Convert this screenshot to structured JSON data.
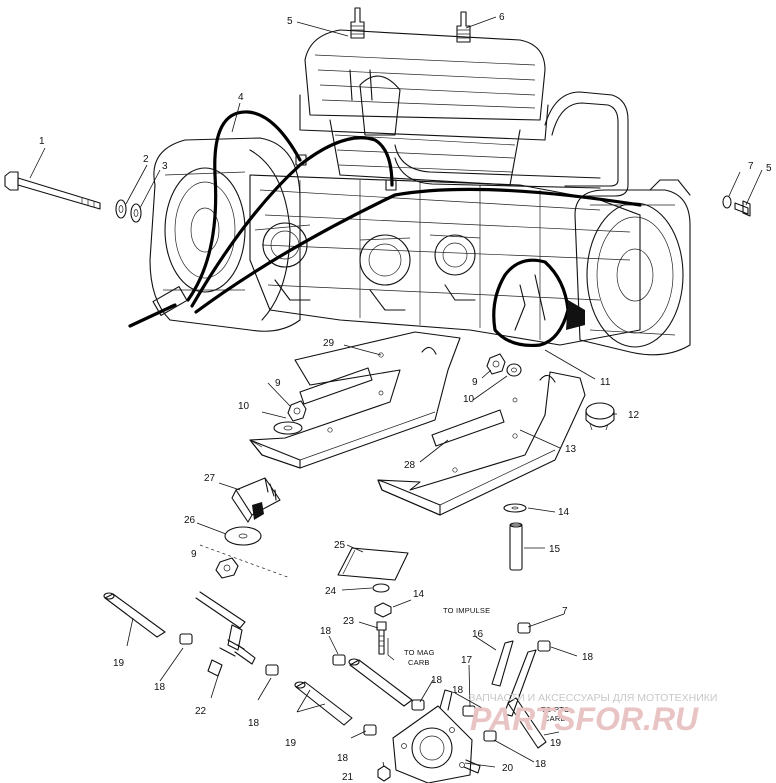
{
  "callouts": {
    "c1": "1",
    "c2": "2",
    "c3": "3",
    "c4": "4",
    "c5a": "5",
    "c5b": "5",
    "c6": "6",
    "c7a": "7",
    "c7b": "7",
    "c9a": "9",
    "c9b": "9",
    "c9c": "9",
    "c10a": "10",
    "c10b": "10",
    "c11": "11",
    "c12": "12",
    "c13": "13",
    "c14a": "14",
    "c14b": "14",
    "c15": "15",
    "c16": "16",
    "c17": "17",
    "c18a": "18",
    "c18b": "18",
    "c18c": "18",
    "c18d": "18",
    "c18e": "18",
    "c18f": "18",
    "c18g": "18",
    "c18h": "18",
    "c19a": "19",
    "c19b": "19",
    "c19c": "19",
    "c20": "20",
    "c21": "21",
    "c22": "22",
    "c23": "23",
    "c24": "24",
    "c25": "25",
    "c26": "26",
    "c27": "27",
    "c28": "28",
    "c29": "29"
  },
  "notes": {
    "to_impulse": "TO IMPULSE",
    "to_mag_carb_1": "TO MAG",
    "to_mag_carb_2": "CARB",
    "to_pto_carb_1": "TO PTO",
    "to_pto_carb_2": "CARB"
  },
  "watermark": {
    "tagline": "ЗАПЧАСТИ И АКСЕССУАРЫ ДЛЯ МОТОТЕХНИКИ",
    "logo": "PARTSFOR.RU"
  }
}
